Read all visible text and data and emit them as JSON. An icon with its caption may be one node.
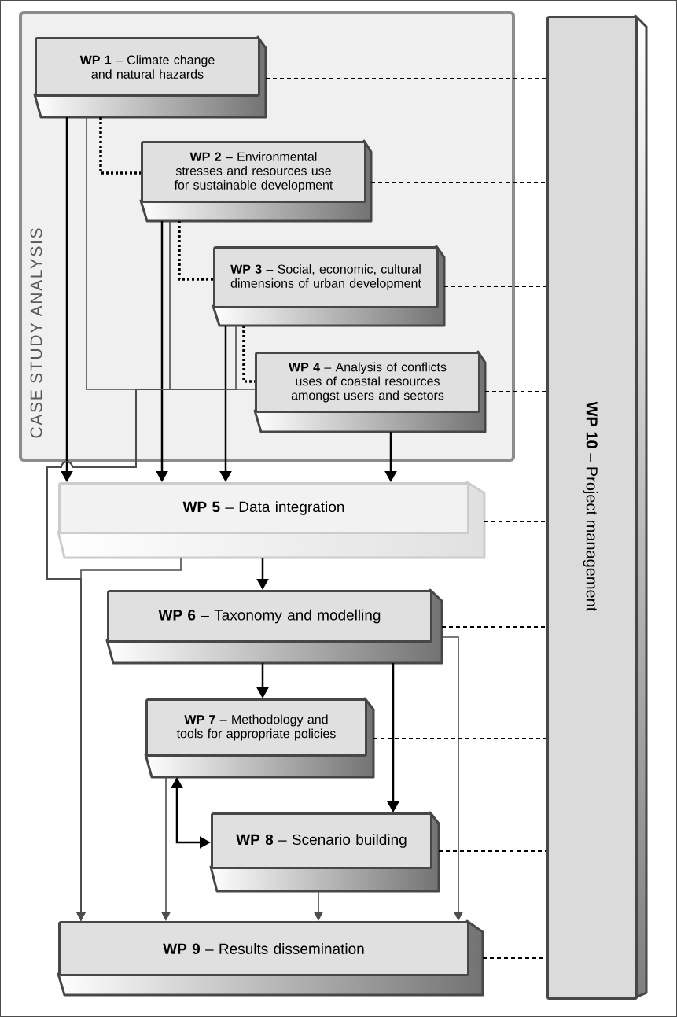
{
  "diagram": {
    "nodes": [
      {
        "text": [
          "CASE STUDY ANALYSIS"
        ]
      },
      {
        "text": [
          "**WP 1** – Climate change and natural hazards"
        ],
        "in": 0
      },
      {
        "text": [
          "**WP 2** – Environmental stresses and resources use for sustainable development"
        ],
        "in": 0
      },
      {
        "text": [
          "**WP 3** – Social, economic, cultural dimensions of urban development"
        ],
        "in": 0
      },
      {
        "text": [
          "**WP 4** – Analysis of conflicts uses of coastal resources amongst users and sectors"
        ],
        "in": 0
      },
      {
        "text": [
          "**WP 5** – Data integration"
        ]
      },
      {
        "text": [
          "**WP 6** – Taxonomy and modelling"
        ]
      },
      {
        "text": [
          "**WP 7** – Methodology and tools for appropriate policies"
        ]
      },
      {
        "text": [
          "**WP 8** – Scenario building"
        ]
      },
      {
        "text": [
          "**WP 9** – Results dissemination"
        ]
      },
      {
        "text": [
          "**WP 10** – Project management"
        ]
      }
    ],
    "edges": [
      {
        "from": 1,
        "to": 2,
        "arrow": "none",
        "style": "dashed"
      },
      {
        "from": 2,
        "to": 3,
        "arrow": "none",
        "style": "dashed"
      },
      {
        "from": 3,
        "to": 4,
        "arrow": "none",
        "style": "dashed"
      },
      {
        "from": 1,
        "to": 5,
        "arrow": "to"
      },
      {
        "from": 2,
        "to": 5,
        "arrow": "to"
      },
      {
        "from": 3,
        "to": 5,
        "arrow": "to"
      },
      {
        "from": 4,
        "to": 5,
        "arrow": "to"
      },
      {
        "from": 1,
        "to": 9,
        "arrow": "to",
        "color": "#4d4d4d"
      },
      {
        "from": 2,
        "to": 9,
        "arrow": "to",
        "color": "#4d4d4d"
      },
      {
        "from": 3,
        "to": 9,
        "arrow": "to",
        "color": "#4d4d4d"
      },
      {
        "from": 4,
        "to": 9,
        "arrow": "to",
        "color": "#4d4d4d"
      },
      {
        "from": 5,
        "to": 9,
        "arrow": "to",
        "color": "#4d4d4d"
      },
      {
        "from": 5,
        "to": 6,
        "arrow": "to"
      },
      {
        "from": 6,
        "to": 7,
        "arrow": "to"
      },
      {
        "from": 6,
        "to": 8,
        "arrow": "to"
      },
      {
        "from": 6,
        "to": 9,
        "arrow": "to",
        "color": "#4d4d4d"
      },
      {
        "from": 7,
        "to": 8,
        "arrow": "both"
      },
      {
        "from": 7,
        "to": 9,
        "arrow": "to",
        "color": "#4d4d4d"
      },
      {
        "from": 8,
        "to": 9,
        "arrow": "to",
        "color": "#4d4d4d"
      },
      {
        "from": 1,
        "to": 10,
        "arrow": "none",
        "style": "dashed"
      },
      {
        "from": 2,
        "to": 10,
        "arrow": "none",
        "style": "dashed"
      },
      {
        "from": 3,
        "to": 10,
        "arrow": "none",
        "style": "dashed"
      },
      {
        "from": 4,
        "to": 10,
        "arrow": "none",
        "style": "dashed"
      },
      {
        "from": 5,
        "to": 10,
        "arrow": "none",
        "style": "dashed"
      },
      {
        "from": 6,
        "to": 10,
        "arrow": "none",
        "style": "dashed"
      },
      {
        "from": 7,
        "to": 10,
        "arrow": "none",
        "style": "dashed"
      },
      {
        "from": 8,
        "to": 10,
        "arrow": "none",
        "style": "dashed"
      },
      {
        "from": 9,
        "to": 10,
        "arrow": "none",
        "style": "dashed"
      }
    ]
  }
}
